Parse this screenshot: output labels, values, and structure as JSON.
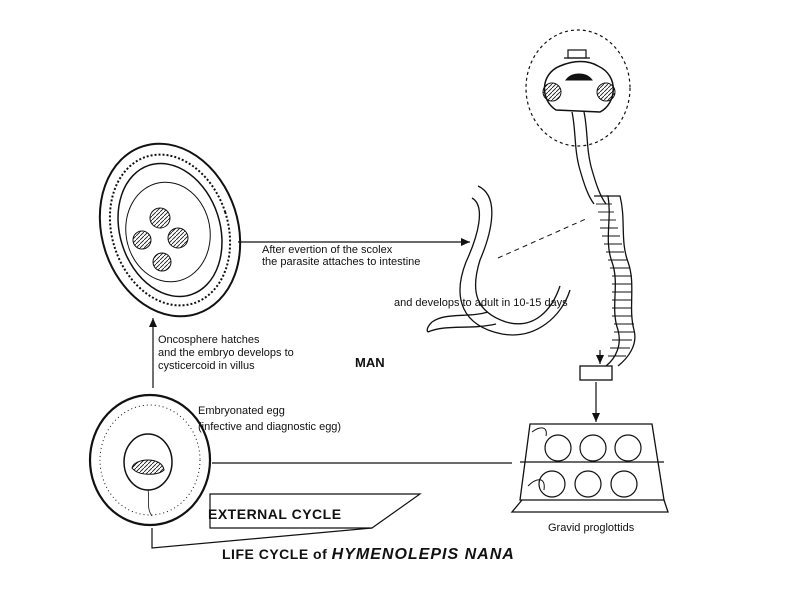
{
  "labels": {
    "after_evertion_1": "After evertion of the scolex",
    "after_evertion_2": "the parasite attaches to intestine",
    "develops_adult": "and develops to adult in 10-15 days",
    "oncosphere_1": "Oncosphere hatches",
    "oncosphere_2": "and the embryo develops to",
    "oncosphere_3": "cysticercoid in villus",
    "man": "MAN",
    "egg_1": "Embryonated egg",
    "egg_2": "(infective and diagnostic egg)",
    "external_cycle": "EXTERNAL CYCLE",
    "gravid": "Gravid proglottids",
    "title_prefix": "LIFE CYCLE of",
    "title_species": "HYMENOLEPIS NANA"
  },
  "colors": {
    "ink": "#111111",
    "paper": "#ffffff"
  }
}
